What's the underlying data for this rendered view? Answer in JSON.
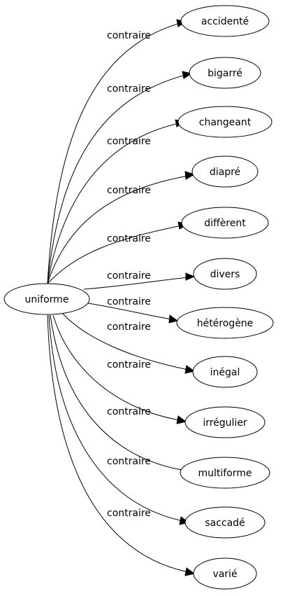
{
  "source": {
    "label": "uniforme"
  },
  "edge_label": "contraire",
  "targets": [
    {
      "label": "accidenté"
    },
    {
      "label": "bigarré"
    },
    {
      "label": "changeant"
    },
    {
      "label": "diapré"
    },
    {
      "label": "diffèrent"
    },
    {
      "label": "divers"
    },
    {
      "label": "hétérogène"
    },
    {
      "label": "inégal"
    },
    {
      "label": "irrégulier"
    },
    {
      "label": "multiforme"
    },
    {
      "label": "saccadé"
    },
    {
      "label": "varié"
    }
  ]
}
